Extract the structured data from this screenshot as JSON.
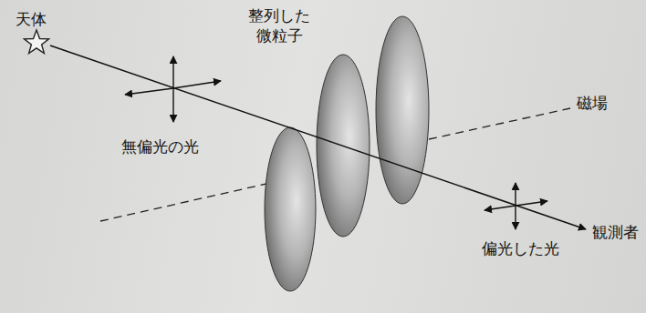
{
  "diagram": {
    "labels": [
      "天体",
      "整列した 微粒子",
      "無偏光の光",
      "磁場",
      "偏光した光",
      "観測者"
    ]
  }
}
